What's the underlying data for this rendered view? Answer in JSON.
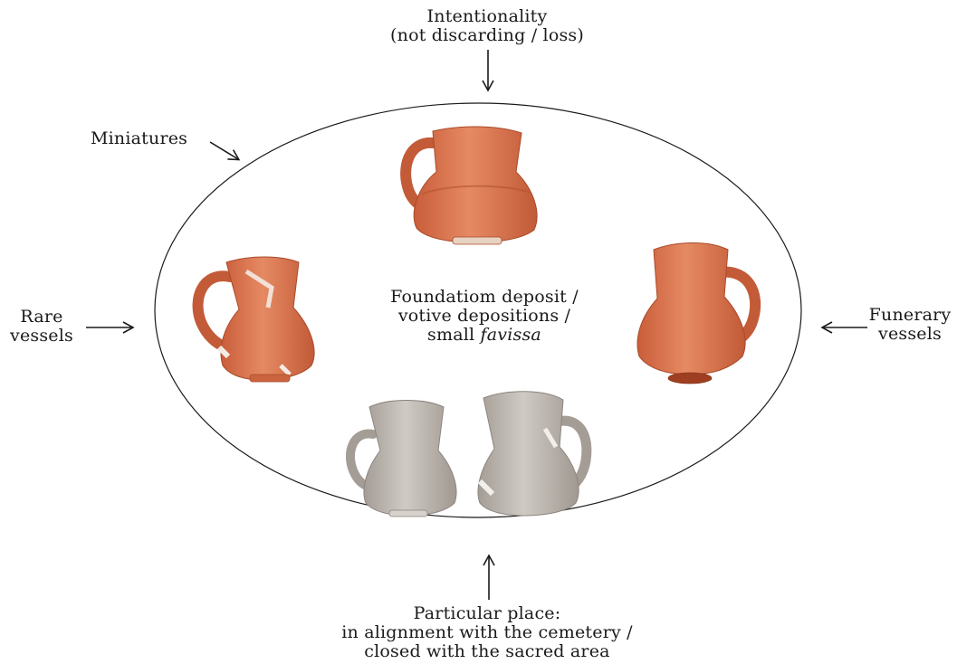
{
  "diagram": {
    "top_label": {
      "line1": "Intentionality",
      "line2": "(not discarding / loss)"
    },
    "miniatures_label": "Miniatures",
    "rare_label": {
      "line1": "Rare",
      "line2": "vessels"
    },
    "funerary_label": {
      "line1": "Funerary",
      "line2": "vessels"
    },
    "center_label": {
      "line1": "Foundatiom deposit /",
      "line2": "votive depositions /",
      "line3_prefix": "small",
      "line3_italic": "favissa"
    },
    "bottom_label": {
      "line1": "Particular place:",
      "line2": "in alignment with the cemetery /",
      "line3": "closed with the sacred area"
    },
    "vessels": [
      {
        "name": "top-jug",
        "ware": "red"
      },
      {
        "name": "left-jug",
        "ware": "red"
      },
      {
        "name": "right-jug",
        "ware": "red"
      },
      {
        "name": "bottom-left-jug",
        "ware": "grey"
      },
      {
        "name": "bottom-right-jug",
        "ware": "grey"
      }
    ],
    "colors": {
      "red_ware": "#d9714d",
      "red_ware_dark": "#b9532f",
      "grey_ware": "#b9b3ad",
      "grey_ware_dark": "#958e87",
      "line": "#1a1a1a"
    }
  }
}
